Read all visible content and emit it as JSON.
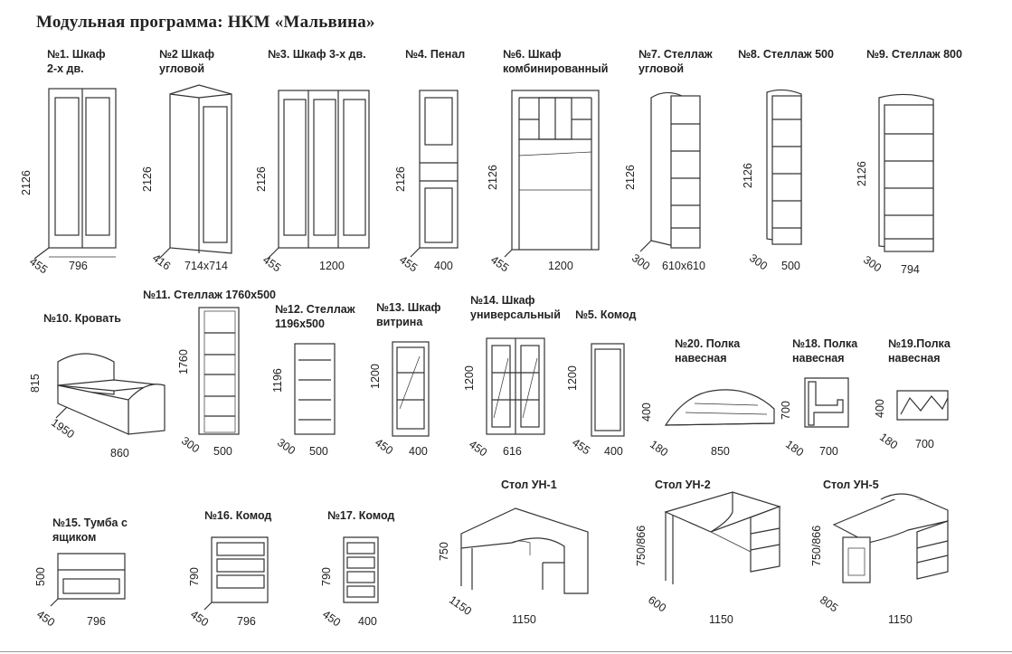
{
  "title": "Модульная программа: НКМ «Мальвина»",
  "items": [
    {
      "label": "№1. Шкаф\n2-х дв.",
      "h": "2126",
      "d": "455",
      "w": "796"
    },
    {
      "label": "№2 Шкаф\nугловой",
      "h": "2126",
      "d": "416",
      "w": "714x714"
    },
    {
      "label": "№3. Шкаф 3-х дв.",
      "h": "2126",
      "d": "455",
      "w": "1200"
    },
    {
      "label": "№4. Пенал",
      "h": "2126",
      "d": "455",
      "w": "400"
    },
    {
      "label": "№6. Шкаф\nкомбинированный",
      "h": "2126",
      "d": "455",
      "w": "1200"
    },
    {
      "label": "№7. Стеллаж\nугловой",
      "h": "2126",
      "d": "300",
      "w": "610x610"
    },
    {
      "label": "№8. Стеллаж 500",
      "h": "2126",
      "d": "300",
      "w": "500"
    },
    {
      "label": "№9. Стеллаж 800",
      "h": "2126",
      "d": "300",
      "w": "794"
    },
    {
      "label": "№10. Кровать",
      "h": "815",
      "d": "1950",
      "w": "860"
    },
    {
      "label": "№11. Стеллаж  1760x500",
      "h": "1760",
      "d": "300",
      "w": "500"
    },
    {
      "label": "№12. Стеллаж\n1196x500",
      "h": "1196",
      "d": "300",
      "w": "500"
    },
    {
      "label": "№13. Шкаф\nвитрина",
      "h": "1200",
      "d": "450",
      "w": "400"
    },
    {
      "label": "№14. Шкаф\nуниверсальный",
      "h": "1200",
      "d": "450",
      "w": "616"
    },
    {
      "label": "№5. Комод",
      "h": "1200",
      "d": "455",
      "w": "400"
    },
    {
      "label": "№20. Полка\nнавесная",
      "h": "400",
      "d": "180",
      "w": "850"
    },
    {
      "label": "№18. Полка\nнавесная",
      "h": "700",
      "d": "180",
      "w": "700"
    },
    {
      "label": "№19.Полка\nнавесная",
      "h": "400",
      "d": "180",
      "w": "700"
    },
    {
      "label": "№15. Тумба с\nящиком",
      "h": "500",
      "d": "450",
      "w": "796"
    },
    {
      "label": "№16. Комод",
      "h": "790",
      "d": "450",
      "w": "796"
    },
    {
      "label": "№17. Комод",
      "h": "790",
      "d": "450",
      "w": "400"
    },
    {
      "label": "Стол УН-1",
      "h": "750",
      "d": "1150",
      "w": "1150"
    },
    {
      "label": "Стол УН-2",
      "h": "750/866",
      "d": "600",
      "w": "1150"
    },
    {
      "label": "Стол УН-5",
      "h": "750/866",
      "d": "805",
      "w": "1150"
    }
  ]
}
